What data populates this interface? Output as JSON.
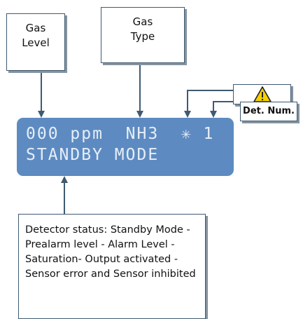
{
  "labels": {
    "gas_level": [
      "Gas",
      "Level"
    ],
    "gas_type": [
      "Gas",
      "Type"
    ],
    "detector_number": "Det. Num."
  },
  "display": {
    "line1": "000 ppm  NH3  ✳ 1",
    "line2": "STANDBY MODE"
  },
  "status_text": [
    "Detector status: Standby Mode -",
    "Prealarm level - Alarm Level -",
    "Saturation- Output activated -",
    "Sensor error and Sensor inhibited"
  ],
  "colors": {
    "lcd_background": "#5d8bc1",
    "arrow": "#3f5a72",
    "warning_fill": "#f4d000"
  },
  "icons": {
    "warning": "warning-triangle-icon"
  }
}
